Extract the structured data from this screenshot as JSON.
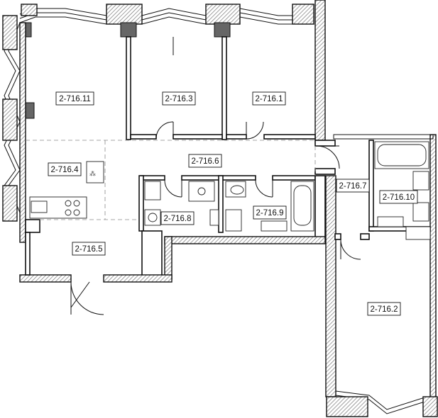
{
  "plan": {
    "rooms": [
      {
        "id": "r11",
        "label": "2-716.11"
      },
      {
        "id": "r3",
        "label": "2-716.3"
      },
      {
        "id": "r1",
        "label": "2-716.1"
      },
      {
        "id": "r6",
        "label": "2-716.6"
      },
      {
        "id": "r4",
        "label": "2-716.4"
      },
      {
        "id": "r7",
        "label": "2-716.7"
      },
      {
        "id": "r10",
        "label": "2-716.10"
      },
      {
        "id": "r8",
        "label": "2-716.8"
      },
      {
        "id": "r9",
        "label": "2-716.9"
      },
      {
        "id": "r5",
        "label": "2-716.5"
      },
      {
        "id": "r2",
        "label": "2-716.2"
      }
    ]
  }
}
